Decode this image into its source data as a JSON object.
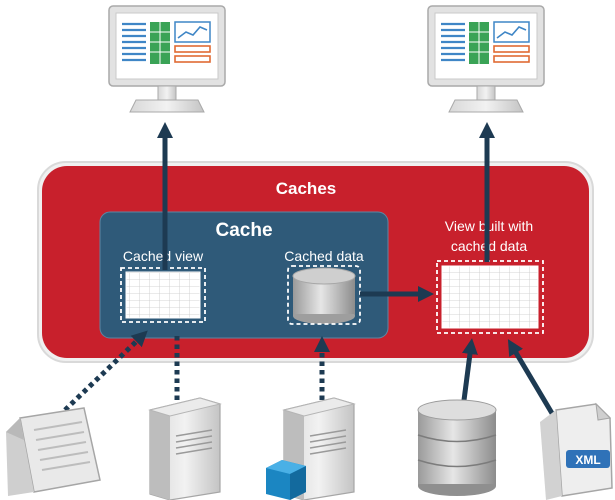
{
  "outer_box": {
    "label": "Caches",
    "fill": "#c8202c"
  },
  "inner_box": {
    "label": "Cache",
    "fill": "#2f5a79"
  },
  "cached_view": {
    "label": "Cached view"
  },
  "cached_data": {
    "label": "Cached data"
  },
  "built_view": {
    "line1": "View built with",
    "line2": "cached data"
  },
  "xml_badge": {
    "label": "XML",
    "color": "#2f72b8"
  },
  "arrow_color": "#1d3a52",
  "icons": {
    "monitor_left": "monitor-icon",
    "monitor_right": "monitor-icon",
    "document": "document-icon",
    "server_1": "server-icon",
    "server_2": "server-cube-icon",
    "database": "database-icon",
    "xml_file": "xml-file-icon"
  }
}
